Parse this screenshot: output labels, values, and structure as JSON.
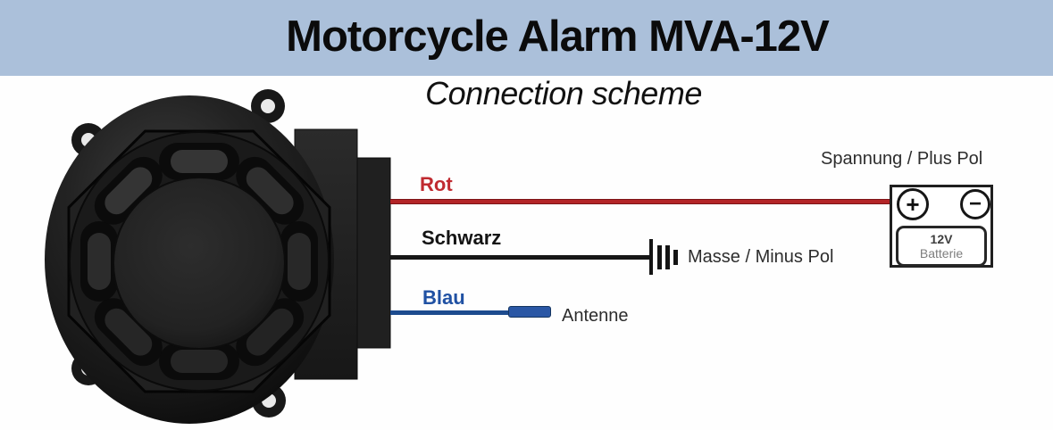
{
  "header": {
    "title": "Motorcycle Alarm MVA-12V",
    "bg_color": "#abc0da"
  },
  "subtitle": "Connection scheme",
  "colors": {
    "header_bg": "#abc0da",
    "red_wire": "#b32427",
    "red_label": "#c02a30",
    "black_wire": "#161616",
    "black_label": "#141414",
    "blue_wire": "#1d4b8e",
    "blue_label": "#2051a3",
    "antenna_fill": "#2a57a5",
    "annotation_text": "#2d2d2d"
  },
  "wires": {
    "red": {
      "label": "Rot",
      "annotation": "Spannung / Plus Pol"
    },
    "black": {
      "label": "Schwarz",
      "annotation": "Masse / Minus Pol"
    },
    "blue": {
      "label": "Blau",
      "annotation": "Antenne"
    }
  },
  "battery": {
    "plus_terminal": "+",
    "minus_terminal": "−",
    "label_line1": "12V",
    "label_line2": "Batterie"
  }
}
